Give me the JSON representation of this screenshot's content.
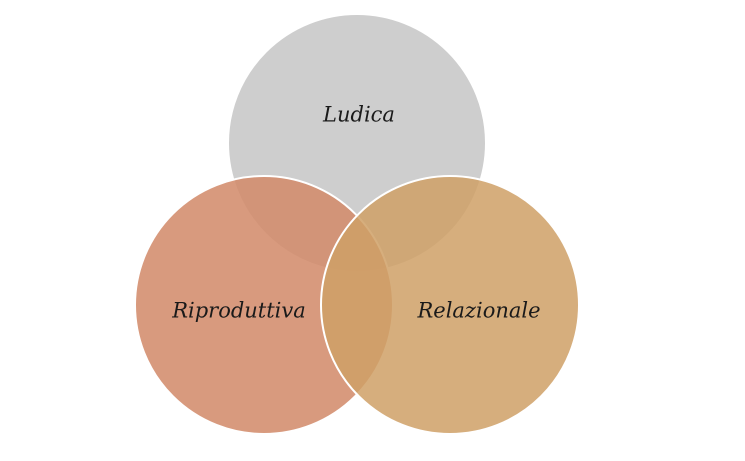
{
  "diagram": {
    "type": "venn",
    "sets": [
      {
        "key": "top",
        "label": "Ludica",
        "color": "#c9c9c9"
      },
      {
        "key": "left",
        "label": "Riproduttiva",
        "color": "#d38c6c"
      },
      {
        "key": "right",
        "label": "Relazionale",
        "color": "#cfa066"
      }
    ],
    "overlap_color": "#c4723c"
  }
}
